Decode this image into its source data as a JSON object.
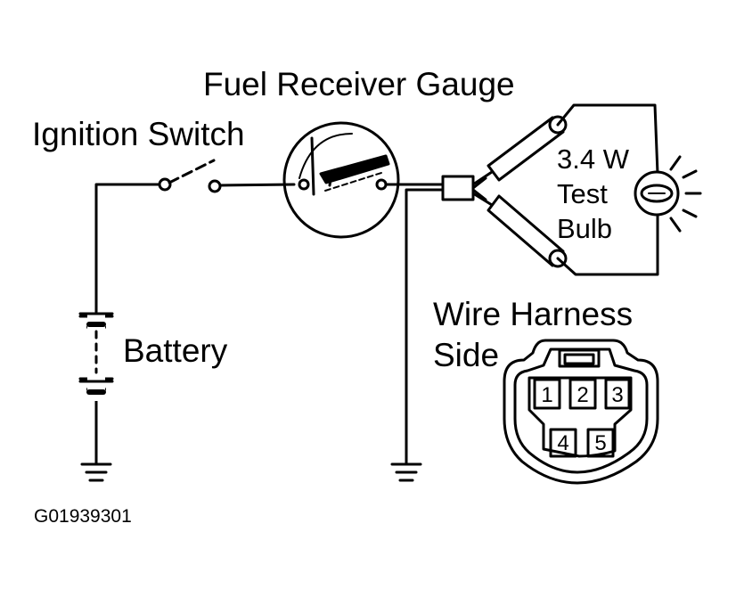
{
  "labels": {
    "gauge": "Fuel Receiver Gauge",
    "ignition": "Ignition Switch",
    "battery": "Battery",
    "bulb_line1": "3.4 W",
    "bulb_line2": "Test",
    "bulb_line3": "Bulb",
    "harness_line1": "Wire Harness",
    "harness_line2": "Side",
    "figure_id": "G01939301"
  },
  "connector_pins": {
    "top": [
      "1",
      "2",
      "3"
    ],
    "bottom": [
      "4",
      "5"
    ]
  },
  "colors": {
    "ink": "#000000",
    "background": "#ffffff"
  }
}
